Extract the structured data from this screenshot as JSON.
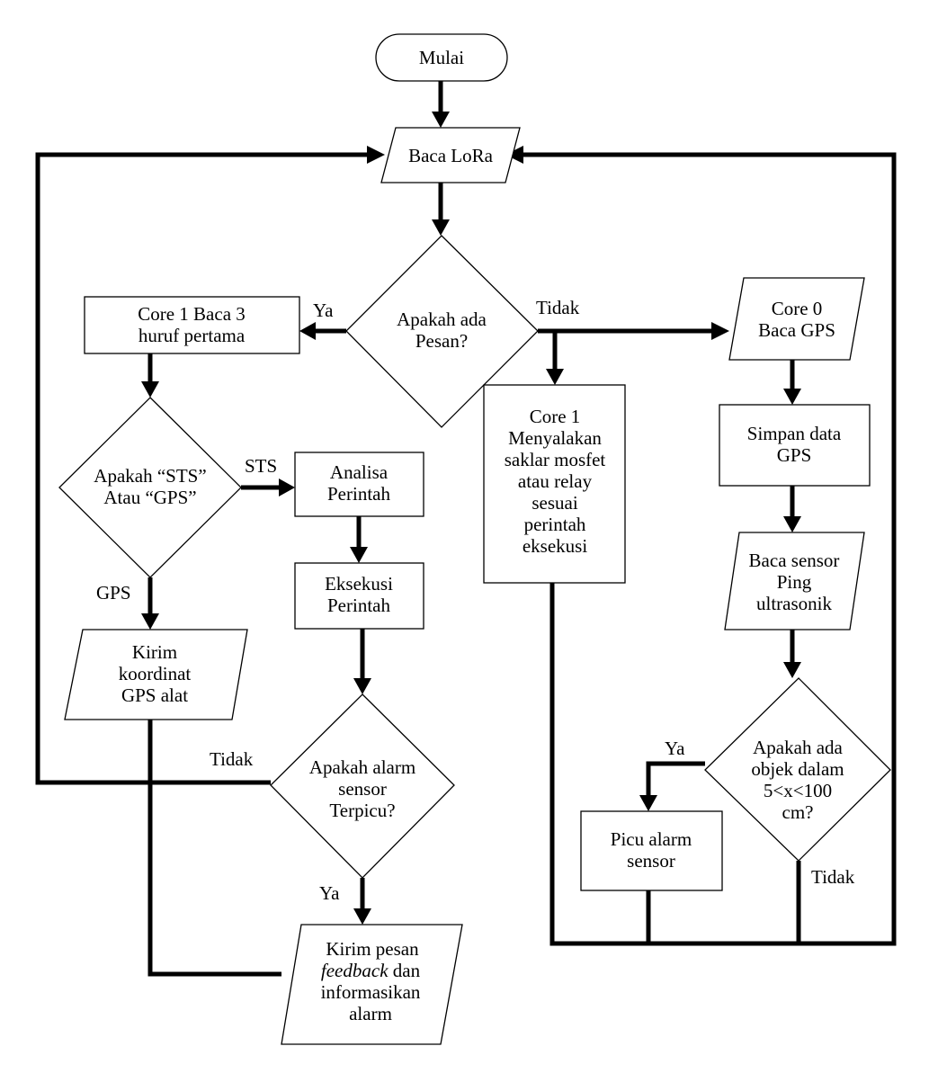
{
  "nodes": {
    "start": "Mulai",
    "read_lora": "Baca LoRa",
    "has_message": [
      "Apakah ada",
      "Pesan?"
    ],
    "core1_read": [
      "Core 1 Baca 3",
      "huruf pertama"
    ],
    "sts_or_gps": [
      "Apakah “STS”",
      "Atau “GPS”"
    ],
    "analyze": [
      "Analisa",
      "Perintah"
    ],
    "execute": [
      "Eksekusi",
      "Perintah"
    ],
    "send_coords": [
      "Kirim",
      "koordinat",
      "GPS alat"
    ],
    "alarm_triggered": [
      "Apakah alarm",
      "sensor",
      "Terpicu?"
    ],
    "send_feedback": {
      "line1": "Kirim pesan",
      "line2_italic": "feedback",
      "line2_rest": " dan",
      "line3": "informasikan",
      "line4": "alarm"
    },
    "core1_switch": [
      "Core 1",
      "Menyalakan",
      "saklar mosfet",
      "atau relay",
      "sesuai",
      "perintah",
      "eksekusi"
    ],
    "core0_gps": [
      "Core 0",
      "Baca GPS"
    ],
    "save_gps": [
      "Simpan data",
      "GPS"
    ],
    "read_ping": [
      "Baca sensor",
      "Ping",
      "ultrasonik"
    ],
    "object_check": [
      "Apakah ada",
      "objek dalam",
      "5<x<100",
      "cm?"
    ],
    "trigger_alarm": [
      "Picu alarm",
      "sensor"
    ]
  },
  "edge_labels": {
    "has_message_yes": "Ya",
    "has_message_no": "Tidak",
    "sts": "STS",
    "gps": "GPS",
    "alarm_no": "Tidak",
    "alarm_yes": "Ya",
    "object_yes": "Ya",
    "object_no": "Tidak"
  }
}
